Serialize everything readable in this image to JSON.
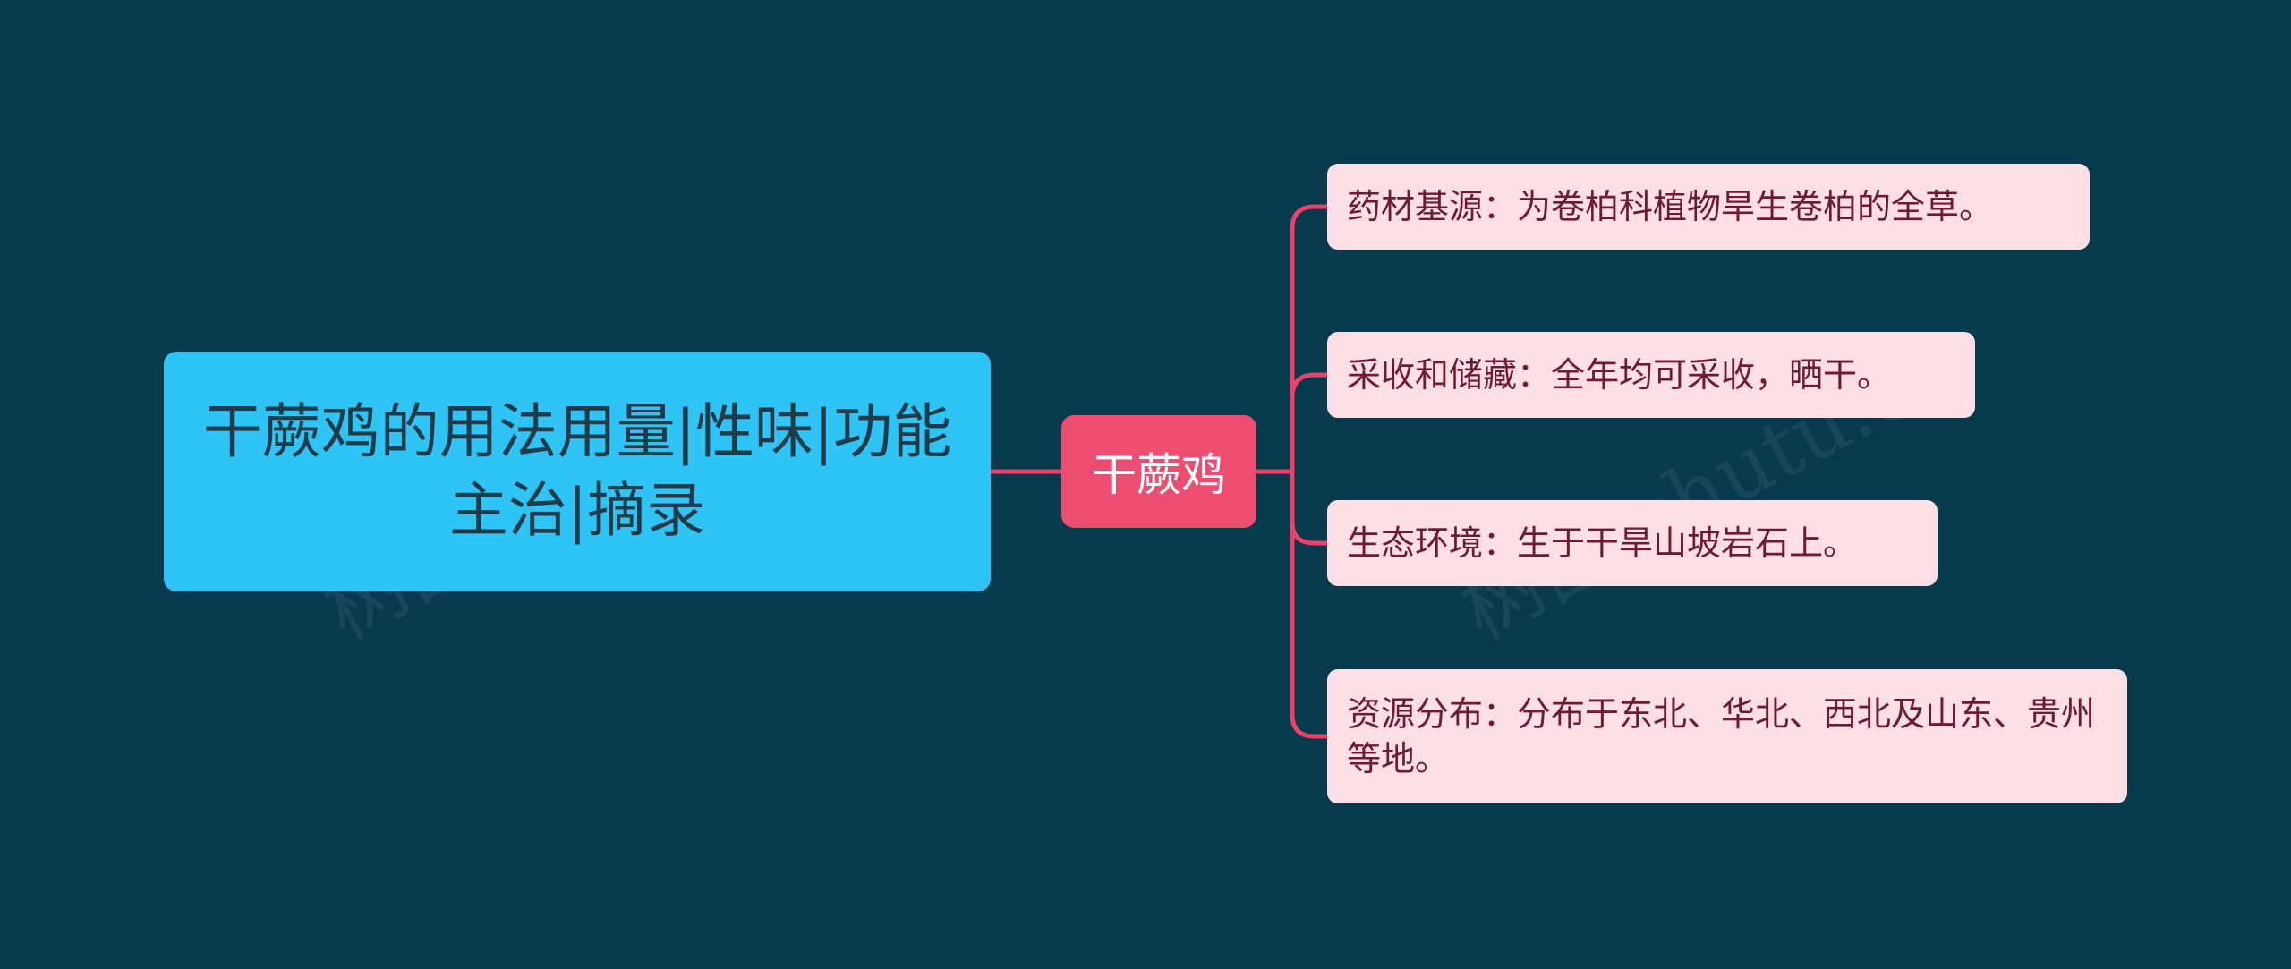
{
  "diagram": {
    "root": "干蕨鸡的用法用量|性味|功能主治|摘录",
    "center": "干蕨鸡",
    "branches": [
      "药材基源：为卷柏科植物旱生卷柏的全草。",
      "采收和储藏：全年均可采收，晒干。",
      "生态环境：生于干旱山坡岩石上。",
      "资源分布：分布于东北、华北、西北及山东、贵州等地。"
    ]
  },
  "watermark": "树图 shutu.cn",
  "colors": {
    "background": "#073a4d",
    "root_fill": "#2fc4f6",
    "center_fill": "#ee4d72",
    "leaf_fill": "#fde0e5",
    "connector": "#e9436b"
  }
}
